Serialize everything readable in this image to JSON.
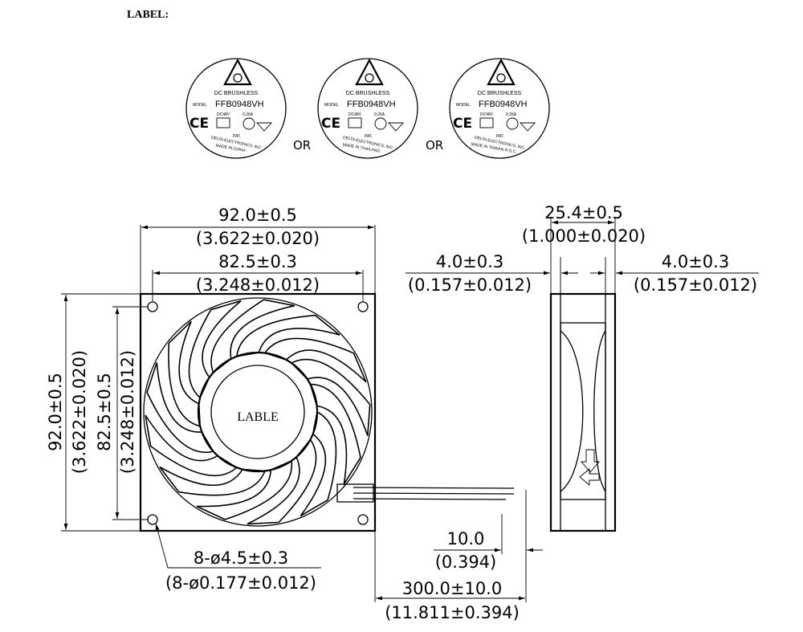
{
  "label_heading": "LABEL:",
  "label_badge": {
    "line1": "DC BRUSHLESS",
    "model_prefix": "MODEL",
    "model": "FFB0948VH",
    "ce": "CE",
    "voltage": "DC48V",
    "current": "0.26A",
    "pat": "PAT.",
    "company": "DELTA ELECTRONICS, INC.",
    "origins": [
      "MADE IN CHINA",
      "MADE IN THAILAND",
      "MADE IN TAIWAN R.O.C."
    ]
  },
  "or_text": "OR",
  "hub_label": "LABLE",
  "dimensions": {
    "front_width_mm": "92.0±0.5",
    "front_width_in": "(3.622±0.020)",
    "hole_spacing_mm": "82.5±0.3",
    "hole_spacing_in": "(3.248±0.012)",
    "height_mm": "92.0±0.5",
    "height_in": "(3.622±0.020)",
    "hole_vert_mm": "82.5±0.5",
    "hole_vert_in": "(3.248±0.012)",
    "hole_dia_mm": "8-ø4.5±0.3",
    "hole_dia_in": "(8-ø0.177±0.012)",
    "depth_mm": "25.4±0.5",
    "depth_in": "(1.000±0.020)",
    "flange_left_mm": "4.0±0.3",
    "flange_left_in": "(0.157±0.012)",
    "flange_right_mm": "4.0±0.3",
    "flange_right_in": "(0.157±0.012)",
    "strip_mm": "10.0",
    "strip_in": "(0.394)",
    "lead_mm": "300.0±10.0",
    "lead_in": "(11.811±0.394)"
  }
}
